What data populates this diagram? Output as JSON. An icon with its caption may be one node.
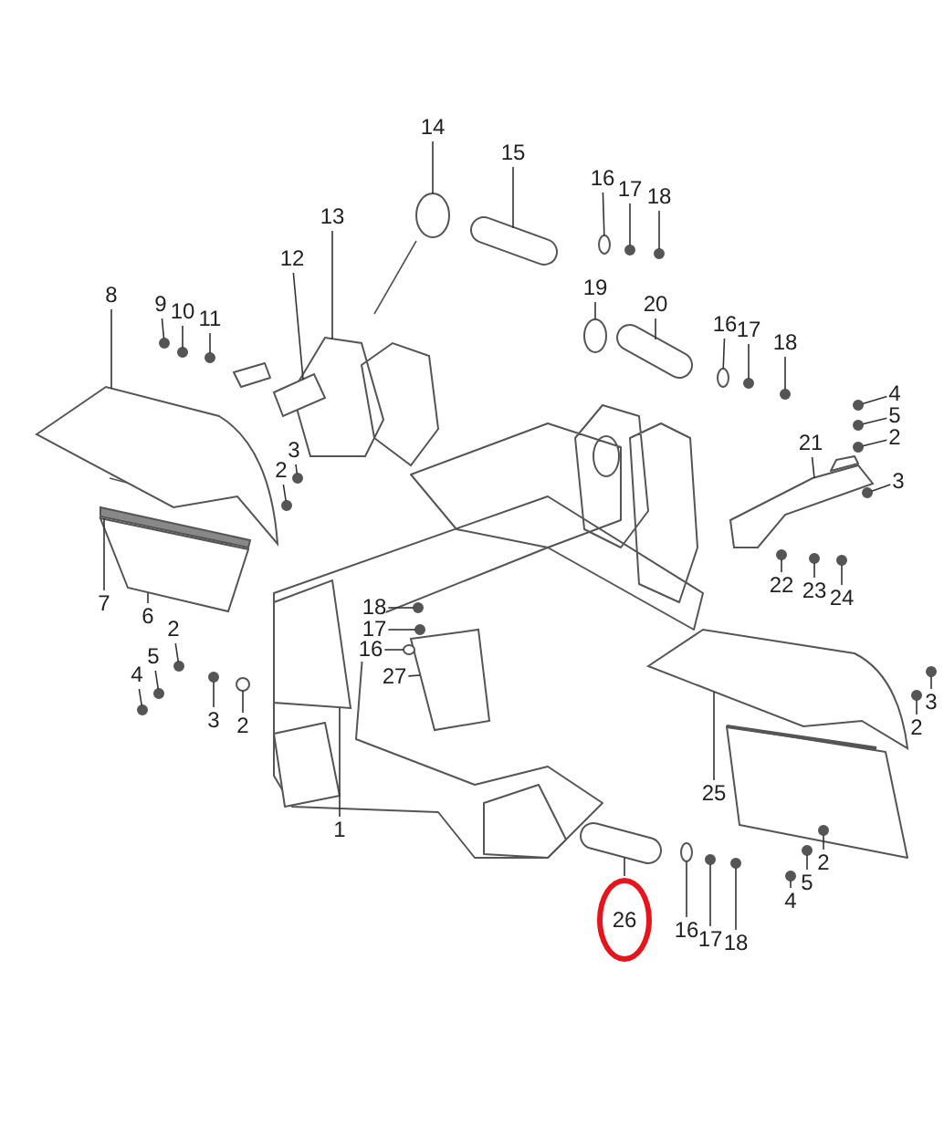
{
  "diagram": {
    "nodes": [
      {
        "text": [
          "14"
        ]
      },
      {
        "text": [
          "15"
        ]
      },
      {
        "text": [
          "16"
        ]
      },
      {
        "text": [
          "17"
        ]
      },
      {
        "text": [
          "18"
        ]
      },
      {
        "text": [
          "13"
        ]
      },
      {
        "text": [
          "12"
        ]
      },
      {
        "text": [
          "19"
        ]
      },
      {
        "text": [
          "20"
        ]
      },
      {
        "text": [
          "16"
        ]
      },
      {
        "text": [
          "17"
        ]
      },
      {
        "text": [
          "18"
        ]
      },
      {
        "text": [
          "8"
        ]
      },
      {
        "text": [
          "9"
        ]
      },
      {
        "text": [
          "10"
        ]
      },
      {
        "text": [
          "11"
        ]
      },
      {
        "text": [
          "3"
        ]
      },
      {
        "text": [
          "2"
        ]
      },
      {
        "text": [
          "4"
        ]
      },
      {
        "text": [
          "5"
        ]
      },
      {
        "text": [
          "2"
        ]
      },
      {
        "text": [
          "21"
        ]
      },
      {
        "text": [
          "3"
        ]
      },
      {
        "text": [
          "22"
        ]
      },
      {
        "text": [
          "23"
        ]
      },
      {
        "text": [
          "24"
        ]
      },
      {
        "text": [
          "7"
        ]
      },
      {
        "text": [
          "6"
        ]
      },
      {
        "text": [
          "2"
        ]
      },
      {
        "text": [
          "5"
        ]
      },
      {
        "text": [
          "4"
        ]
      },
      {
        "text": [
          "18"
        ]
      },
      {
        "text": [
          "17"
        ]
      },
      {
        "text": [
          "16"
        ]
      },
      {
        "text": [
          "27"
        ]
      },
      {
        "text": [
          "3"
        ]
      },
      {
        "text": [
          "2"
        ]
      },
      {
        "text": [
          "1"
        ]
      },
      {
        "text": [
          "25"
        ]
      },
      {
        "text": [
          "3"
        ]
      },
      {
        "text": [
          "2"
        ]
      },
      {
        "text": [
          "26"
        ]
      },
      {
        "text": [
          "16"
        ]
      },
      {
        "text": [
          "17"
        ]
      },
      {
        "text": [
          "18"
        ]
      },
      {
        "text": [
          "2"
        ]
      },
      {
        "text": [
          "5"
        ]
      },
      {
        "text": [
          "4"
        ]
      },
      {
        "text": [],
        "shape": "circle"
      },
      {
        "text": [],
        "shape": "cylinder"
      },
      {
        "text": [],
        "shape": "circle"
      },
      {
        "text": [],
        "shape": "circle"
      },
      {
        "text": [],
        "shape": "circle"
      },
      {
        "text": [],
        "shape": "box"
      },
      {
        "text": [],
        "shape": "box"
      },
      {
        "text": [],
        "shape": "circle"
      },
      {
        "text": [],
        "shape": "cylinder"
      },
      {
        "text": [],
        "shape": "circle"
      },
      {
        "text": [],
        "shape": "circle"
      },
      {
        "text": [],
        "shape": "circle"
      },
      {
        "text": [],
        "shape": "box"
      },
      {
        "text": [],
        "shape": "circle"
      },
      {
        "text": [],
        "shape": "circle"
      },
      {
        "text": [],
        "shape": "circle"
      },
      {
        "text": [],
        "shape": "circle"
      },
      {
        "text": [],
        "shape": "circle"
      },
      {
        "text": [],
        "shape": "circle"
      },
      {
        "text": [],
        "shape": "circle"
      },
      {
        "text": [],
        "shape": "circle"
      },
      {
        "text": [],
        "shape": "box"
      },
      {
        "text": [],
        "shape": "circle"
      },
      {
        "text": [],
        "shape": "circle"
      },
      {
        "text": [],
        "shape": "circle"
      },
      {
        "text": [],
        "shape": "circle"
      },
      {
        "text": [],
        "shape": "bar"
      },
      {
        "text": [],
        "shape": "box"
      },
      {
        "text": [],
        "shape": "circle"
      },
      {
        "text": [],
        "shape": "circle"
      },
      {
        "text": [],
        "shape": "circle"
      },
      {
        "text": [],
        "shape": "circle"
      },
      {
        "text": [],
        "shape": "circle"
      },
      {
        "text": [],
        "shape": "circle"
      },
      {
        "text": [],
        "shape": "box"
      },
      {
        "text": [],
        "shape": "circle"
      },
      {
        "text": [],
        "shape": "circle"
      },
      {
        "text": [],
        "shape": "box"
      },
      {
        "text": [],
        "shape": "box"
      },
      {
        "text": [],
        "shape": "circle"
      },
      {
        "text": [],
        "shape": "circle"
      },
      {
        "text": [],
        "shape": "cylinder"
      },
      {
        "text": [],
        "shape": "circle"
      },
      {
        "text": [],
        "shape": "circle"
      },
      {
        "text": [],
        "shape": "circle"
      },
      {
        "text": [],
        "shape": "circle"
      },
      {
        "text": [],
        "shape": "circle"
      },
      {
        "text": [],
        "shape": "circle"
      }
    ],
    "edges": [
      {
        "from": 0,
        "to": 48,
        "arrow": "none"
      },
      {
        "from": 1,
        "to": 49,
        "arrow": "none"
      },
      {
        "from": 2,
        "to": 50,
        "arrow": "none"
      },
      {
        "from": 3,
        "to": 51,
        "arrow": "none"
      },
      {
        "from": 4,
        "to": 52,
        "arrow": "none"
      },
      {
        "from": 5,
        "to": 53,
        "arrow": "none"
      },
      {
        "from": 6,
        "to": 54,
        "arrow": "none"
      },
      {
        "from": 7,
        "to": 55,
        "arrow": "none"
      },
      {
        "from": 8,
        "to": 56,
        "arrow": "none"
      },
      {
        "from": 9,
        "to": 57,
        "arrow": "none"
      },
      {
        "from": 10,
        "to": 58,
        "arrow": "none"
      },
      {
        "from": 11,
        "to": 59,
        "arrow": "none"
      },
      {
        "from": 12,
        "to": 60,
        "arrow": "none"
      },
      {
        "from": 13,
        "to": 61,
        "arrow": "none"
      },
      {
        "from": 14,
        "to": 62,
        "arrow": "none"
      },
      {
        "from": 15,
        "to": 63,
        "arrow": "none"
      },
      {
        "from": 16,
        "to": 64,
        "arrow": "none"
      },
      {
        "from": 17,
        "to": 65,
        "arrow": "none"
      },
      {
        "from": 18,
        "to": 66,
        "arrow": "none"
      },
      {
        "from": 19,
        "to": 67,
        "arrow": "none"
      },
      {
        "from": 20,
        "to": 68,
        "arrow": "none"
      },
      {
        "from": 21,
        "to": 69,
        "arrow": "none"
      },
      {
        "from": 22,
        "to": 70,
        "arrow": "none"
      },
      {
        "from": 23,
        "to": 71,
        "arrow": "none"
      },
      {
        "from": 24,
        "to": 72,
        "arrow": "none"
      },
      {
        "from": 25,
        "to": 73,
        "arrow": "none"
      },
      {
        "from": 26,
        "to": 74,
        "arrow": "none"
      },
      {
        "from": 27,
        "to": 75,
        "arrow": "none"
      },
      {
        "from": 28,
        "to": 76,
        "arrow": "none"
      },
      {
        "from": 29,
        "to": 77,
        "arrow": "none"
      },
      {
        "from": 30,
        "to": 78,
        "arrow": "none"
      },
      {
        "from": 31,
        "to": 79,
        "arrow": "none"
      },
      {
        "from": 32,
        "to": 80,
        "arrow": "none"
      },
      {
        "from": 33,
        "to": 81,
        "arrow": "none"
      },
      {
        "from": 34,
        "to": 82,
        "arrow": "none"
      },
      {
        "from": 35,
        "to": 83,
        "arrow": "none"
      },
      {
        "from": 36,
        "to": 84,
        "arrow": "none"
      },
      {
        "from": 37,
        "to": 85,
        "arrow": "none"
      },
      {
        "from": 38,
        "to": 86,
        "arrow": "none"
      },
      {
        "from": 39,
        "to": 87,
        "arrow": "none"
      },
      {
        "from": 40,
        "to": 88,
        "arrow": "none"
      },
      {
        "from": 41,
        "to": 89,
        "arrow": "none"
      },
      {
        "from": 42,
        "to": 90,
        "arrow": "none"
      },
      {
        "from": 43,
        "to": 91,
        "arrow": "none"
      },
      {
        "from": 44,
        "to": 92,
        "arrow": "none"
      },
      {
        "from": 45,
        "to": 93,
        "arrow": "none"
      },
      {
        "from": 46,
        "to": 94,
        "arrow": "none"
      },
      {
        "from": 47,
        "to": 95,
        "arrow": "none"
      }
    ]
  }
}
